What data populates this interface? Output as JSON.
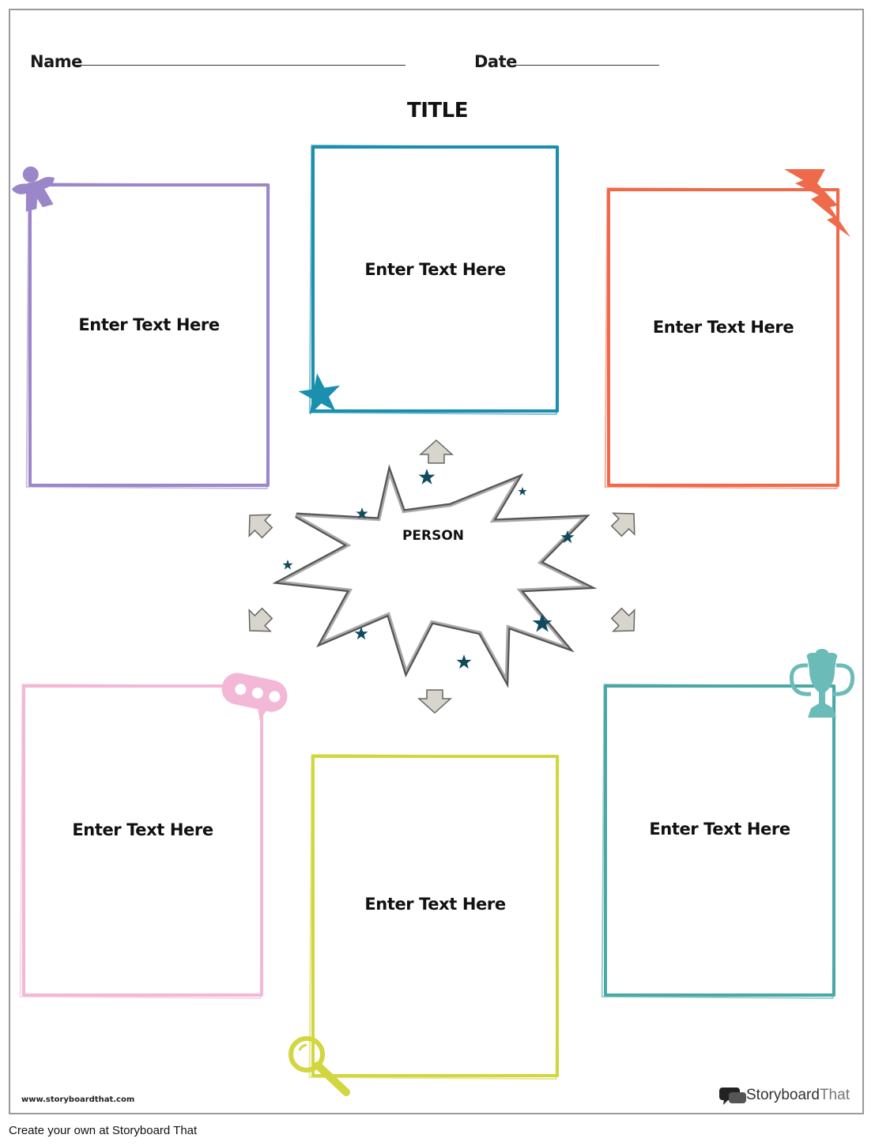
{
  "header": {
    "name_label": "Name",
    "date_label": "Date",
    "title": "TITLE"
  },
  "center": {
    "label": "PERSON"
  },
  "boxes": [
    {
      "text": "Enter Text Here",
      "color": "#9b86c9",
      "icon": "meeple-icon"
    },
    {
      "text": "Enter Text Here",
      "color": "#1a8fae",
      "icon": "star-icon"
    },
    {
      "text": "Enter Text Here",
      "color": "#ef6a4a",
      "icon": "lightning-icon"
    },
    {
      "text": "Enter Text Here",
      "color": "#f2b8d6",
      "icon": "ticket-icon"
    },
    {
      "text": "Enter Text Here",
      "color": "#d2d63f",
      "icon": "magnifier-icon"
    },
    {
      "text": "Enter Text Here",
      "color": "#4aa9a6",
      "icon": "trophy-icon"
    }
  ],
  "footer": {
    "url": "www.storyboardthat.com",
    "brand_part1": "Storyboard",
    "brand_part2": "That",
    "cta": "Create your own at Storyboard That"
  },
  "colors": {
    "arrow_fill": "#d7d5cc",
    "star_fill": "#0f4a5e",
    "burst_outline": "#666666"
  }
}
